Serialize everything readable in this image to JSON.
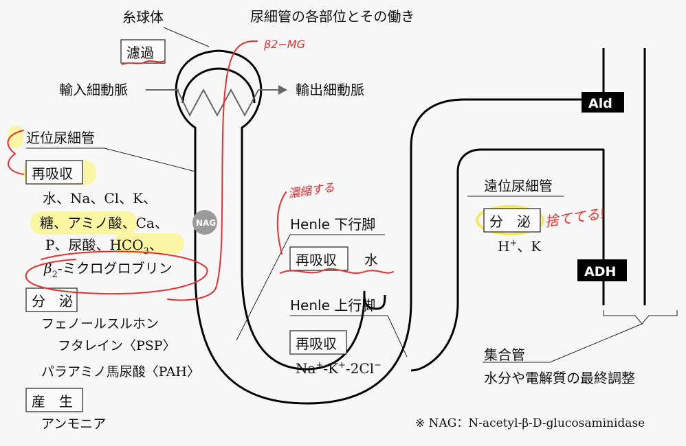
{
  "title": "尿細管の各部位とその働き",
  "glomerulus": {
    "label": "糸球体",
    "function": "濾過"
  },
  "arterioles": {
    "afferent": "輸入細動脈",
    "efferent": "輸出細動脈"
  },
  "proximal": {
    "label": "近位尿細管",
    "reabsorption_label": "再吸収",
    "reabsorbed": {
      "line1": "水、Na、Cl、K、",
      "line2_a": "糖、アミノ酸",
      "line2_b": "、Ca、",
      "line3_a": "P、尿酸、",
      "line3_hco": "HCO",
      "line3_sub": "3",
      "line3_end": "、",
      "line4_beta": "β",
      "line4_sub": "2",
      "line4_rest": "-ミクログロブリン"
    },
    "secretion_label": "分　泌",
    "secreted": [
      "フェノールスルホン",
      "フタレイン〈PSP〉",
      "パラアミノ馬尿酸〈PAH〉"
    ],
    "production_label": "産　生",
    "produced": "アンモニア"
  },
  "nag_marker": "NAG",
  "henle_descending": {
    "label": "Henle 下行脚",
    "box": "再吸収",
    "item": "水"
  },
  "henle_ascending": {
    "label": "Henle 上行脚",
    "box": "再吸収",
    "na": "Na",
    "k": "-K",
    "cl": "-2Cl",
    "plus": "+",
    "minus": "−"
  },
  "distal": {
    "label": "遠位尿細管",
    "secretion_label": "分　泌",
    "h": "H",
    "h_sup": "+",
    "k": "、K"
  },
  "hormones": {
    "ald": "Ald",
    "adh": "ADH"
  },
  "collecting_duct": {
    "label": "集合管",
    "description": "水分や電解質の最終調整"
  },
  "footnote": "※ NAG：N-acetyl-β-D-glucosaminidase",
  "handwritten": {
    "b2mg": "β2−MG",
    "concentrate": "濃縮する",
    "dumped": "捨ててる!"
  },
  "colors": {
    "highlight": "#fbf59a",
    "pen": "#e53030",
    "nag_circle": "#9a9a9a"
  }
}
